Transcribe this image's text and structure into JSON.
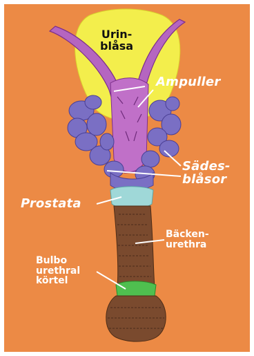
{
  "diagram": {
    "labels": {
      "urinblasa": [
        "Urin-",
        "blåsa"
      ],
      "ampuller": "Ampuller",
      "sadesblasor": [
        "Sädes-",
        "blåsor"
      ],
      "prostata": "Prostata",
      "backenurethra": [
        "Bäcken-",
        "urethra"
      ],
      "bulbourethral": [
        "Bulbo",
        "urethral",
        "körtel"
      ]
    },
    "colors": {
      "background": "#ec8a45",
      "bladder": "#f3ee4c",
      "ampullae": "#b565c0",
      "seminal_vesicles": "#7a6fc4",
      "prostate": "#9fd8d8",
      "urethra": "#7a4a2e",
      "bulbourethral_gland": "#4fbf4f",
      "labels": "#ffffff"
    }
  }
}
